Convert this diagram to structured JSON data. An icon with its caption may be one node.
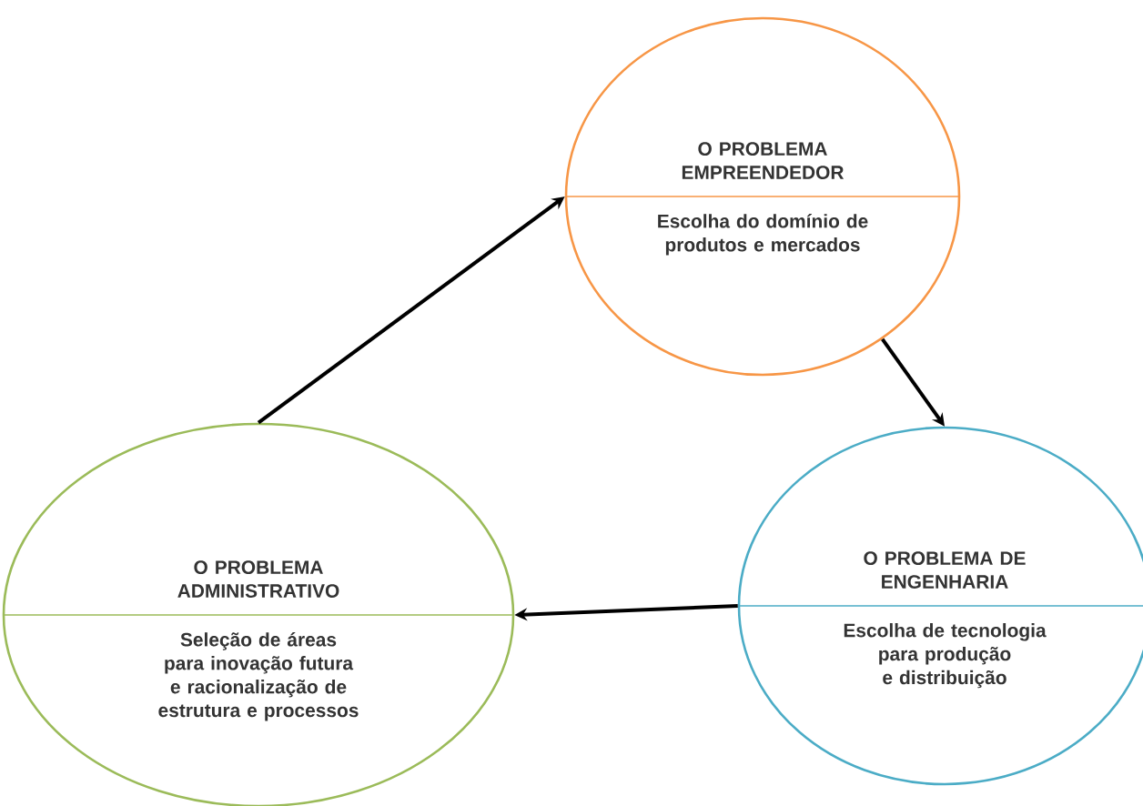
{
  "diagram": {
    "nodes": [
      {
        "text": [
          "O PROBLEMA EMPREENDEDOR",
          "Escolha do domínio de produtos e mercados"
        ]
      },
      {
        "text": [
          "O PROBLEMA ADMINISTRATIVO",
          "Seleção de áreas para inovação futura e racionalização de estrutura e processos"
        ]
      },
      {
        "text": [
          "O PROBLEMA DE ENGENHARIA",
          "Escolha de tecnologia para produção e distribuição"
        ]
      }
    ],
    "edges": [
      {
        "from": 1,
        "to": 0,
        "arrow": "to"
      },
      {
        "from": 0,
        "to": 2,
        "arrow": "to"
      },
      {
        "from": 2,
        "to": 1,
        "arrow": "to"
      }
    ]
  }
}
